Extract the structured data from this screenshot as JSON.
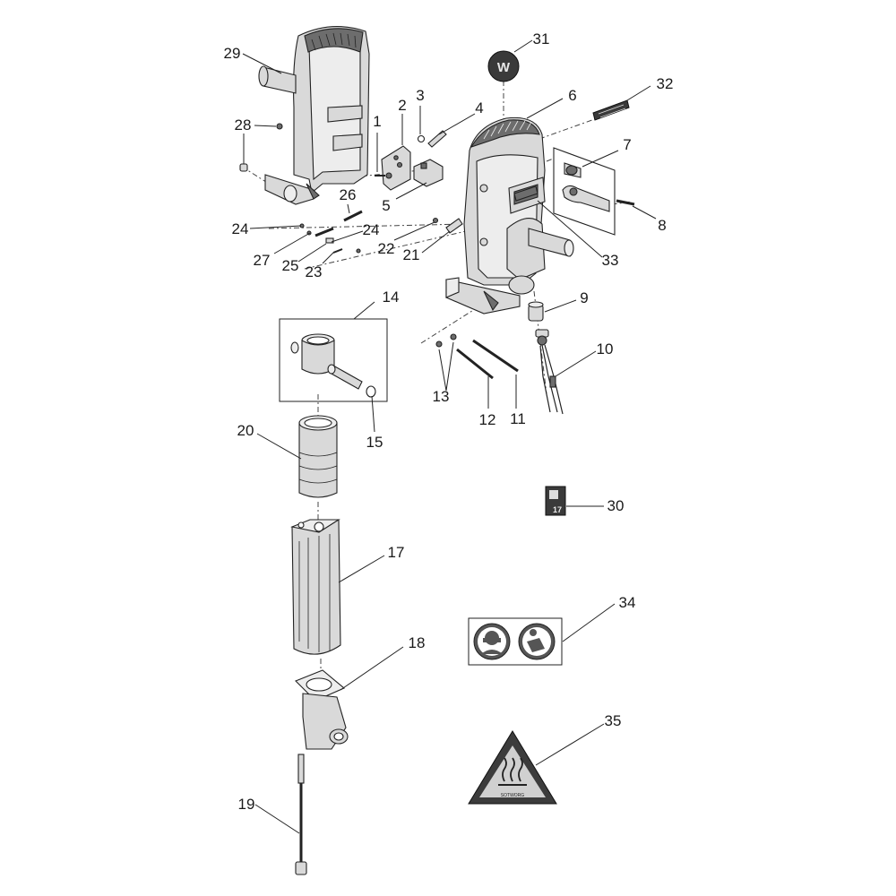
{
  "callouts": [
    {
      "id": "c1",
      "text": "1"
    },
    {
      "id": "c2",
      "text": "2"
    },
    {
      "id": "c3",
      "text": "3"
    },
    {
      "id": "c4",
      "text": "4"
    },
    {
      "id": "c5",
      "text": "5"
    },
    {
      "id": "c6",
      "text": "6"
    },
    {
      "id": "c7",
      "text": "7"
    },
    {
      "id": "c8",
      "text": "8"
    },
    {
      "id": "c9",
      "text": "9"
    },
    {
      "id": "c10",
      "text": "10"
    },
    {
      "id": "c11",
      "text": "11"
    },
    {
      "id": "c12",
      "text": "12"
    },
    {
      "id": "c13",
      "text": "13"
    },
    {
      "id": "c14",
      "text": "14"
    },
    {
      "id": "c15",
      "text": "15"
    },
    {
      "id": "c17",
      "text": "17"
    },
    {
      "id": "c18",
      "text": "18"
    },
    {
      "id": "c19",
      "text": "19"
    },
    {
      "id": "c20",
      "text": "20"
    },
    {
      "id": "c21",
      "text": "21"
    },
    {
      "id": "c22",
      "text": "22"
    },
    {
      "id": "c23",
      "text": "23"
    },
    {
      "id": "c24a",
      "text": "24"
    },
    {
      "id": "c24b",
      "text": "24"
    },
    {
      "id": "c25",
      "text": "25"
    },
    {
      "id": "c26",
      "text": "26"
    },
    {
      "id": "c27",
      "text": "27"
    },
    {
      "id": "c28",
      "text": "28"
    },
    {
      "id": "c29",
      "text": "29"
    },
    {
      "id": "c30",
      "text": "30"
    },
    {
      "id": "c31",
      "text": "31"
    },
    {
      "id": "c32",
      "text": "32"
    },
    {
      "id": "c33",
      "text": "33"
    },
    {
      "id": "c34",
      "text": "34"
    },
    {
      "id": "c35",
      "text": "35"
    }
  ],
  "labels": {
    "logo_letter": "W",
    "label_30_number": "17",
    "warning_caption": "SOTWORG"
  },
  "colors": {
    "line": "#222222",
    "part_fill": "#d9d9d9",
    "dark_fill": "#6d6d6d",
    "background": "#ffffff"
  }
}
